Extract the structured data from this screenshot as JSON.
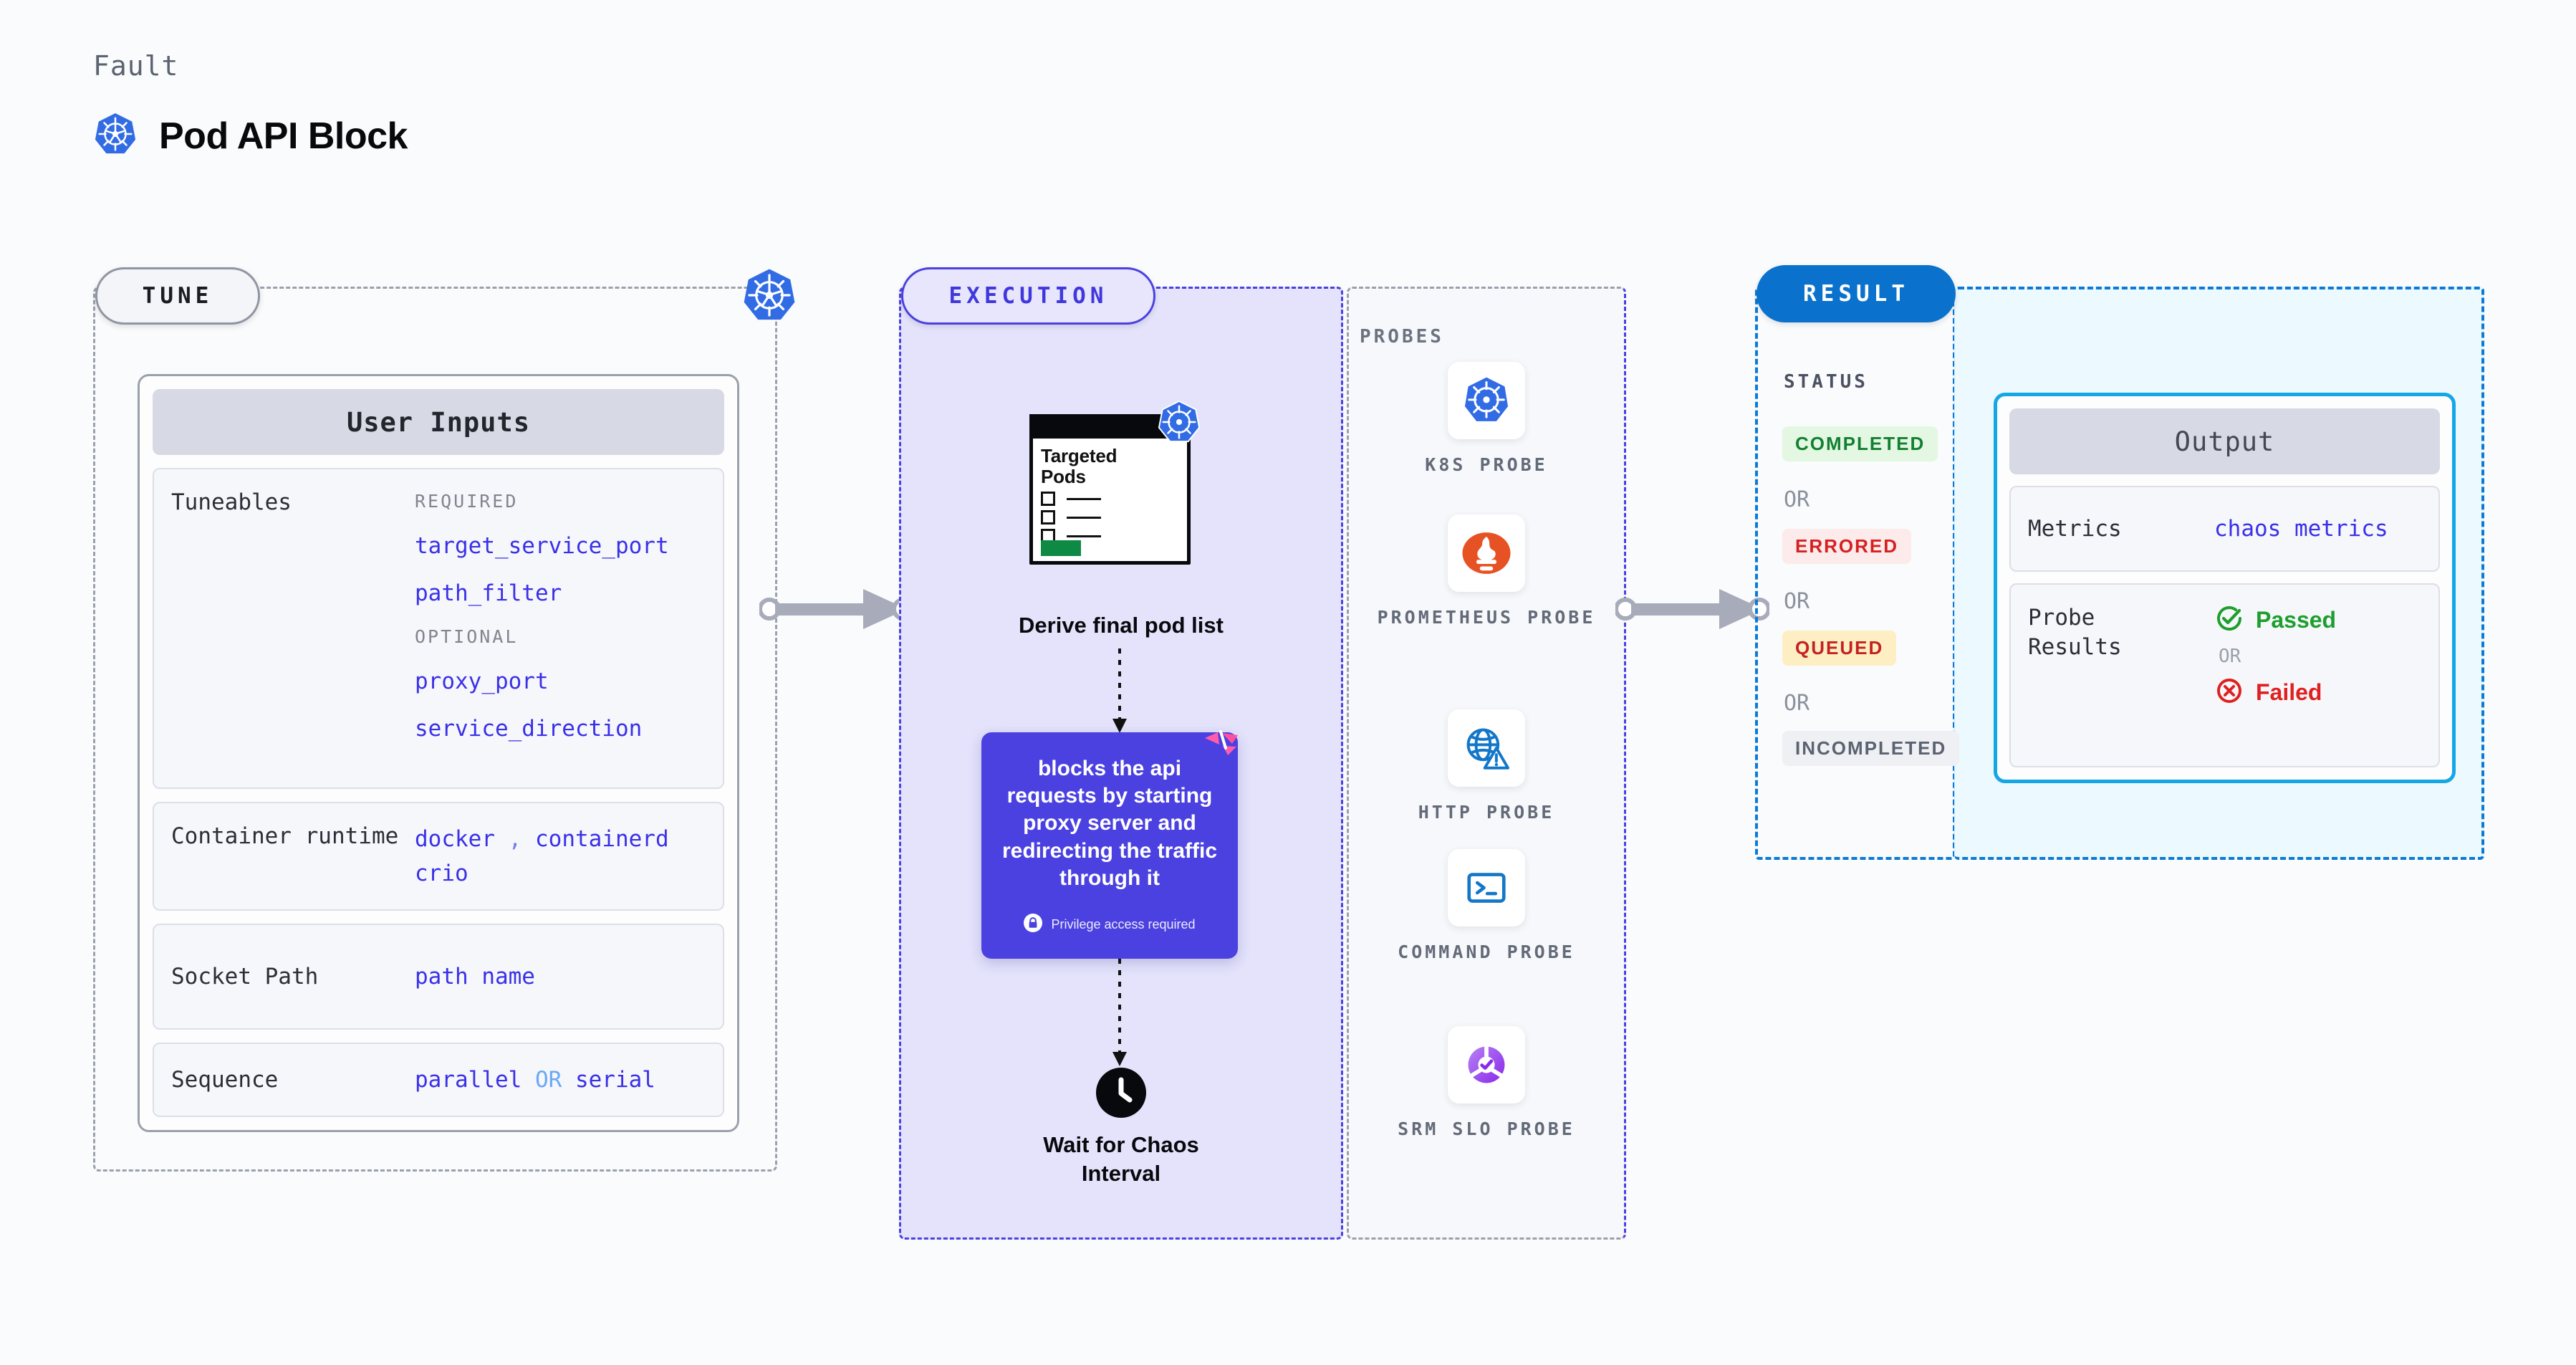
{
  "header": {
    "kicker": "Fault",
    "title": "Pod API Block",
    "icon": "kubernetes-icon"
  },
  "tune": {
    "tag": "TUNE",
    "badge_icon": "kubernetes-icon",
    "card_title": "User Inputs",
    "rows": [
      {
        "key": "Tuneables",
        "groups": [
          {
            "label": "REQUIRED",
            "values": [
              "target_service_port",
              "path_filter"
            ]
          },
          {
            "label": "OPTIONAL",
            "values": [
              "proxy_port",
              "service_direction"
            ]
          }
        ]
      },
      {
        "key": "Container runtime",
        "values_line1": "docker",
        "separator": ",",
        "values_line1b": "containerd",
        "values_line2": "crio"
      },
      {
        "key": "Socket Path",
        "value": "path name"
      },
      {
        "key": "Sequence",
        "value_a": "parallel",
        "or": "OR",
        "value_b": "serial"
      }
    ]
  },
  "execution": {
    "tag": "EXECUTION",
    "pod_card": {
      "title_line1": "Targeted",
      "title_line2": "Pods",
      "badge_icon": "kubernetes-icon"
    },
    "derive_label": "Derive final pod list",
    "action": {
      "text": "blocks the api requests by starting proxy server and redirecting the traffic through it",
      "privilege_text": "Privilege access required",
      "privilege_icon": "lock-icon",
      "logo_icon": "litmus-logo-icon",
      "color": "#4b41e0"
    },
    "wait": {
      "icon": "clock-icon",
      "label_line1": "Wait for Chaos",
      "label_line2": "Interval"
    }
  },
  "probes": {
    "label": "PROBES",
    "items": [
      {
        "name": "K8S  PROBE",
        "icon": "kubernetes-icon"
      },
      {
        "name": "PROMETHEUS PROBE",
        "icon": "prometheus-icon"
      },
      {
        "name": "HTTP  PROBE",
        "icon": "globe-warning-icon"
      },
      {
        "name": "COMMAND PROBE",
        "icon": "terminal-icon"
      },
      {
        "name": "SRM  SLO PROBE",
        "icon": "srm-slo-icon"
      }
    ]
  },
  "result": {
    "tag": "RESULT",
    "status_label": "STATUS",
    "or": "OR",
    "statuses": [
      {
        "label": "COMPLETED",
        "color": "#128030",
        "bg": "#e3f7e3"
      },
      {
        "label": "ERRORED",
        "color": "#d42121",
        "bg": "#fdeaea"
      },
      {
        "label": "QUEUED",
        "color": "#c32222",
        "bg": "#fdeec3"
      },
      {
        "label": "INCOMPLETED",
        "color": "#5b6270",
        "bg": "#eef0f4"
      }
    ]
  },
  "output": {
    "card_title": "Output",
    "metrics": {
      "key": "Metrics",
      "value": "chaos metrics"
    },
    "probe_results": {
      "key_line1": "Probe",
      "key_line2": "Results",
      "passed": "Passed",
      "or": "OR",
      "failed": "Failed",
      "passed_icon": "check-circle-icon",
      "failed_icon": "x-circle-icon"
    }
  }
}
